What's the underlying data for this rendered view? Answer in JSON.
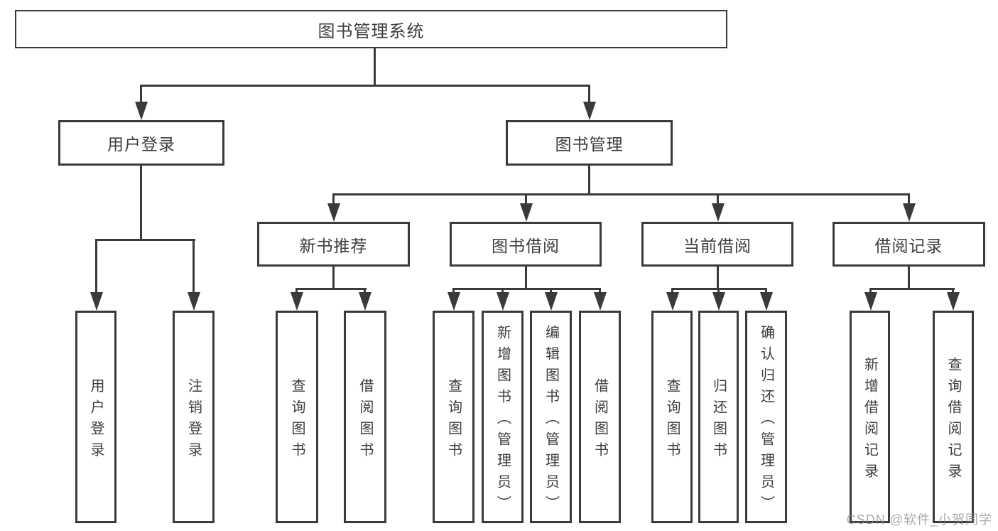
{
  "diagram": {
    "root": "图书管理系统",
    "user": {
      "label": "用户登录",
      "children": [
        "用户登录",
        "注销登录"
      ]
    },
    "management": {
      "label": "图书管理",
      "sections": [
        {
          "label": "新书推荐",
          "children": [
            "查询图书",
            "借阅图书"
          ]
        },
        {
          "label": "图书借阅",
          "children": [
            "查询图书",
            "新增图书（管理员）",
            "编辑图书（管理员）",
            "借阅图书"
          ]
        },
        {
          "label": "当前借阅",
          "children": [
            "查询图书",
            "归还图书",
            "确认归还（管理员）"
          ]
        },
        {
          "label": "借阅记录",
          "children": [
            "新增借阅记录",
            "查询借阅记录"
          ]
        }
      ]
    },
    "colors": {
      "line": "#3a3a3a",
      "text": "#3d3d3d",
      "watermark": "#8c8c8c"
    }
  },
  "watermark": "CSDN @软件_小贺同学"
}
